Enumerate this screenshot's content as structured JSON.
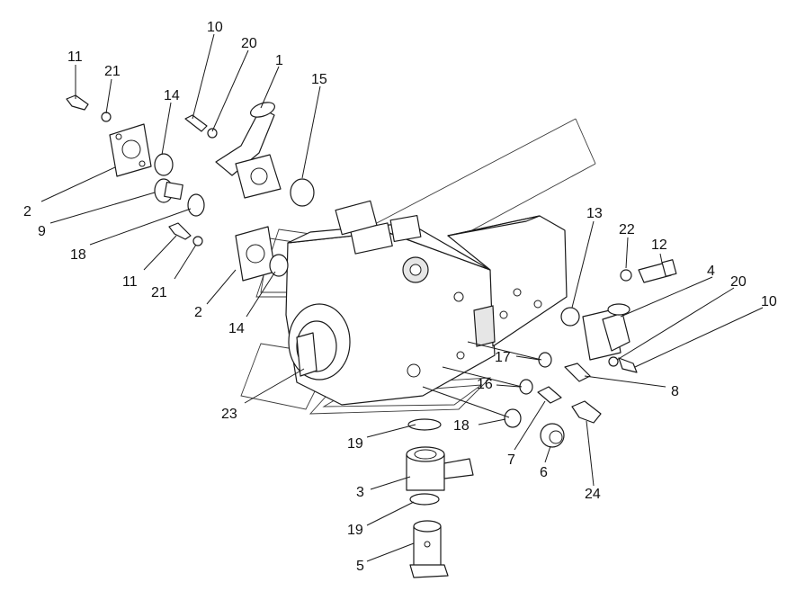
{
  "callouts": {
    "c11a": "11",
    "c21a": "21",
    "c10a": "10",
    "c20a": "20",
    "c1": "1",
    "c15": "15",
    "c14a": "14",
    "c2a": "2",
    "c9": "9",
    "c18a": "18",
    "c11b": "11",
    "c21b": "21",
    "c2b": "2",
    "c14b": "14",
    "c23": "23",
    "c13": "13",
    "c22": "22",
    "c12": "12",
    "c4": "4",
    "c20b": "20",
    "c10b": "10",
    "c17": "17",
    "c16": "16",
    "c8": "8",
    "c18b": "18",
    "c19a": "19",
    "c7": "7",
    "c6": "6",
    "c3": "3",
    "c19b": "19",
    "c24": "24",
    "c5": "5"
  }
}
